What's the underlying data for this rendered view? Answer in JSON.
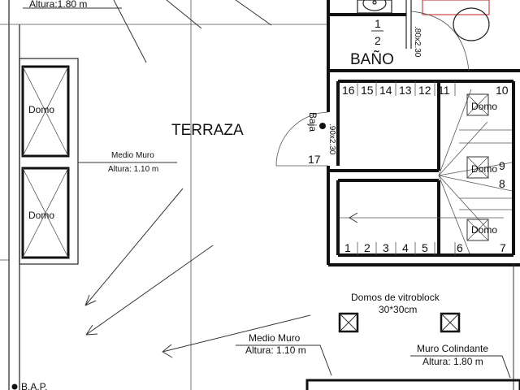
{
  "labels": {
    "altura_top": "Altura:1.80 m",
    "fraction_num": "1",
    "fraction_den": "2",
    "bano": "BAÑO",
    "door_bano": ".80x2.30",
    "terraza": "TERRAZA",
    "domo_1": "Domo",
    "domo_2": "Domo",
    "medio_muro_1": "Medio Muro",
    "altura_1": "Altura: 1.10 m",
    "baja": "Baja",
    "door_stair": ".90x2.30",
    "step_17": "17",
    "domo_3": "Domo",
    "domo_4": "Domo",
    "domo_5": "Domo",
    "domos_vitro": "Domos de vitroblock",
    "domos_size": "30*30cm",
    "medio_muro_2": "Medio Muro",
    "altura_2": "Altura: 1.10 m",
    "muro_col": "Muro Colindante",
    "altura_3": "Altura: 1.80 m",
    "bap": "B.A.P."
  },
  "steps_top": [
    "16",
    "15",
    "14",
    "13",
    "12",
    "11",
    "10"
  ],
  "steps_bottom": [
    "1",
    "2",
    "3",
    "4",
    "5",
    "6",
    "7"
  ],
  "steps_right": [
    "9",
    "8"
  ]
}
